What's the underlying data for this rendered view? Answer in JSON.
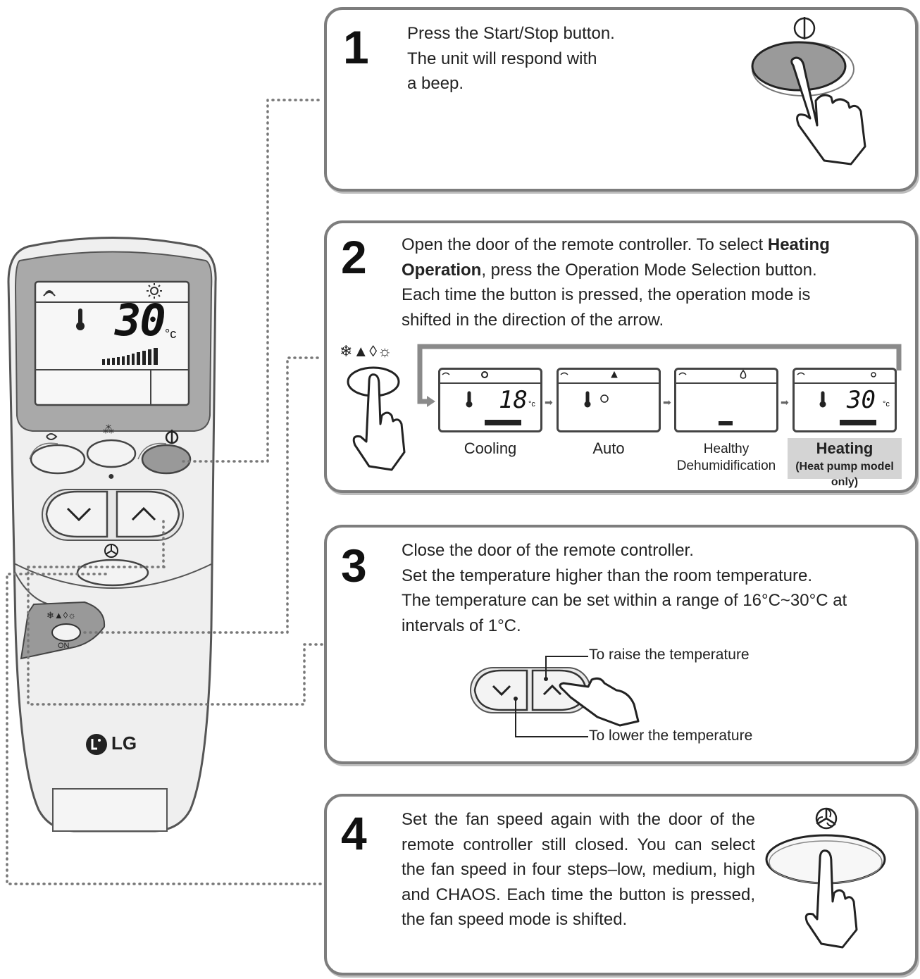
{
  "steps": [
    {
      "number": "1",
      "lines": [
        "Press the Start/Stop button.",
        "The unit will respond with",
        "a beep."
      ]
    },
    {
      "number": "2",
      "p1": "Open the door of the remote controller. To select ",
      "p1_bold": "Heating",
      "p2_bold": "Operation",
      "p2": ", press the Operation Mode Selection button.",
      "p3": "Each time the button is pressed, the operation mode is",
      "p4": "shifted in the direction of the arrow."
    },
    {
      "number": "3",
      "lines": [
        "Close the door of the remote controller.",
        "Set the temperature higher than the room temperature.",
        "The temperature can be set within a range of 16°C~30°C at",
        "intervals of 1°C."
      ]
    },
    {
      "number": "4",
      "text": "Set the fan speed again with the door of the remote controller still closed. You can select the fan speed in four steps–low, medium, high and CHAOS. Each time the button is pressed, the fan speed mode is shifted."
    }
  ],
  "modes": [
    {
      "label": "Cooling",
      "display_temp": "18",
      "unit": "°c"
    },
    {
      "label": "Auto"
    },
    {
      "label": "Healthy Dehumidification"
    },
    {
      "label": "Heating",
      "note": "(Heat pump model only)",
      "display_temp": "30",
      "unit": "°c",
      "highlighted": true
    }
  ],
  "callouts": {
    "raise": "To raise the temperature",
    "lower": "To lower the temperature"
  },
  "remote": {
    "display_temp": "30",
    "display_unit": "°c",
    "brand": "LG",
    "door_label": "ON"
  },
  "colors": {
    "border": "#7d7d7d",
    "remote_body": "#efefef",
    "display": "#f7f7f7",
    "highlight": "#d4d4d4"
  }
}
